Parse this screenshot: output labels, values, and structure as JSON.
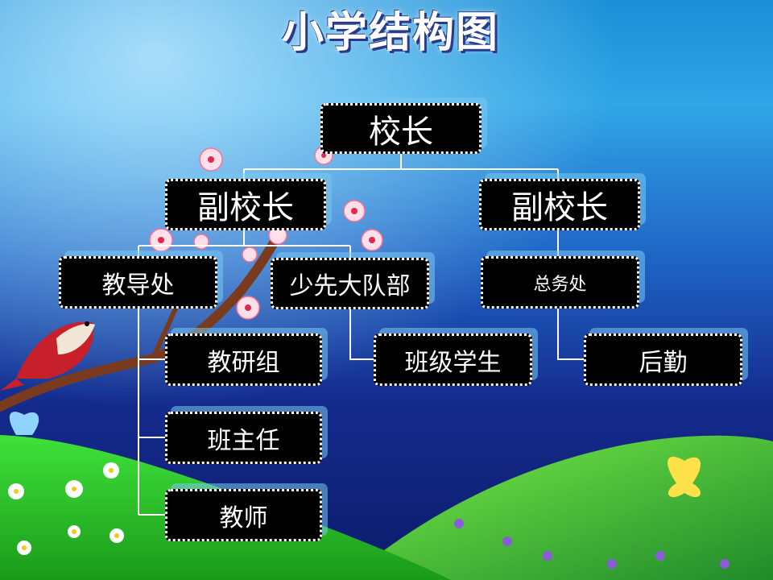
{
  "title": "小学结构图",
  "nodes": {
    "principal": "校长",
    "vp_left": "副校长",
    "vp_right": "副校长",
    "academic_affairs": "教导处",
    "young_pioneers": "少先大队部",
    "general_affairs": "总务处",
    "teaching_research": "教研组",
    "class_students": "班级学生",
    "logistics": "后勤",
    "homeroom_teacher": "班主任",
    "teachers": "教师"
  },
  "colors": {
    "node_fill": "#000000",
    "node_border": "#ffffff",
    "connector": "#ffffff",
    "sky_top": "#1a8fd6",
    "sky_bottom": "#0c1c6a",
    "grass": "#2fd12a"
  }
}
